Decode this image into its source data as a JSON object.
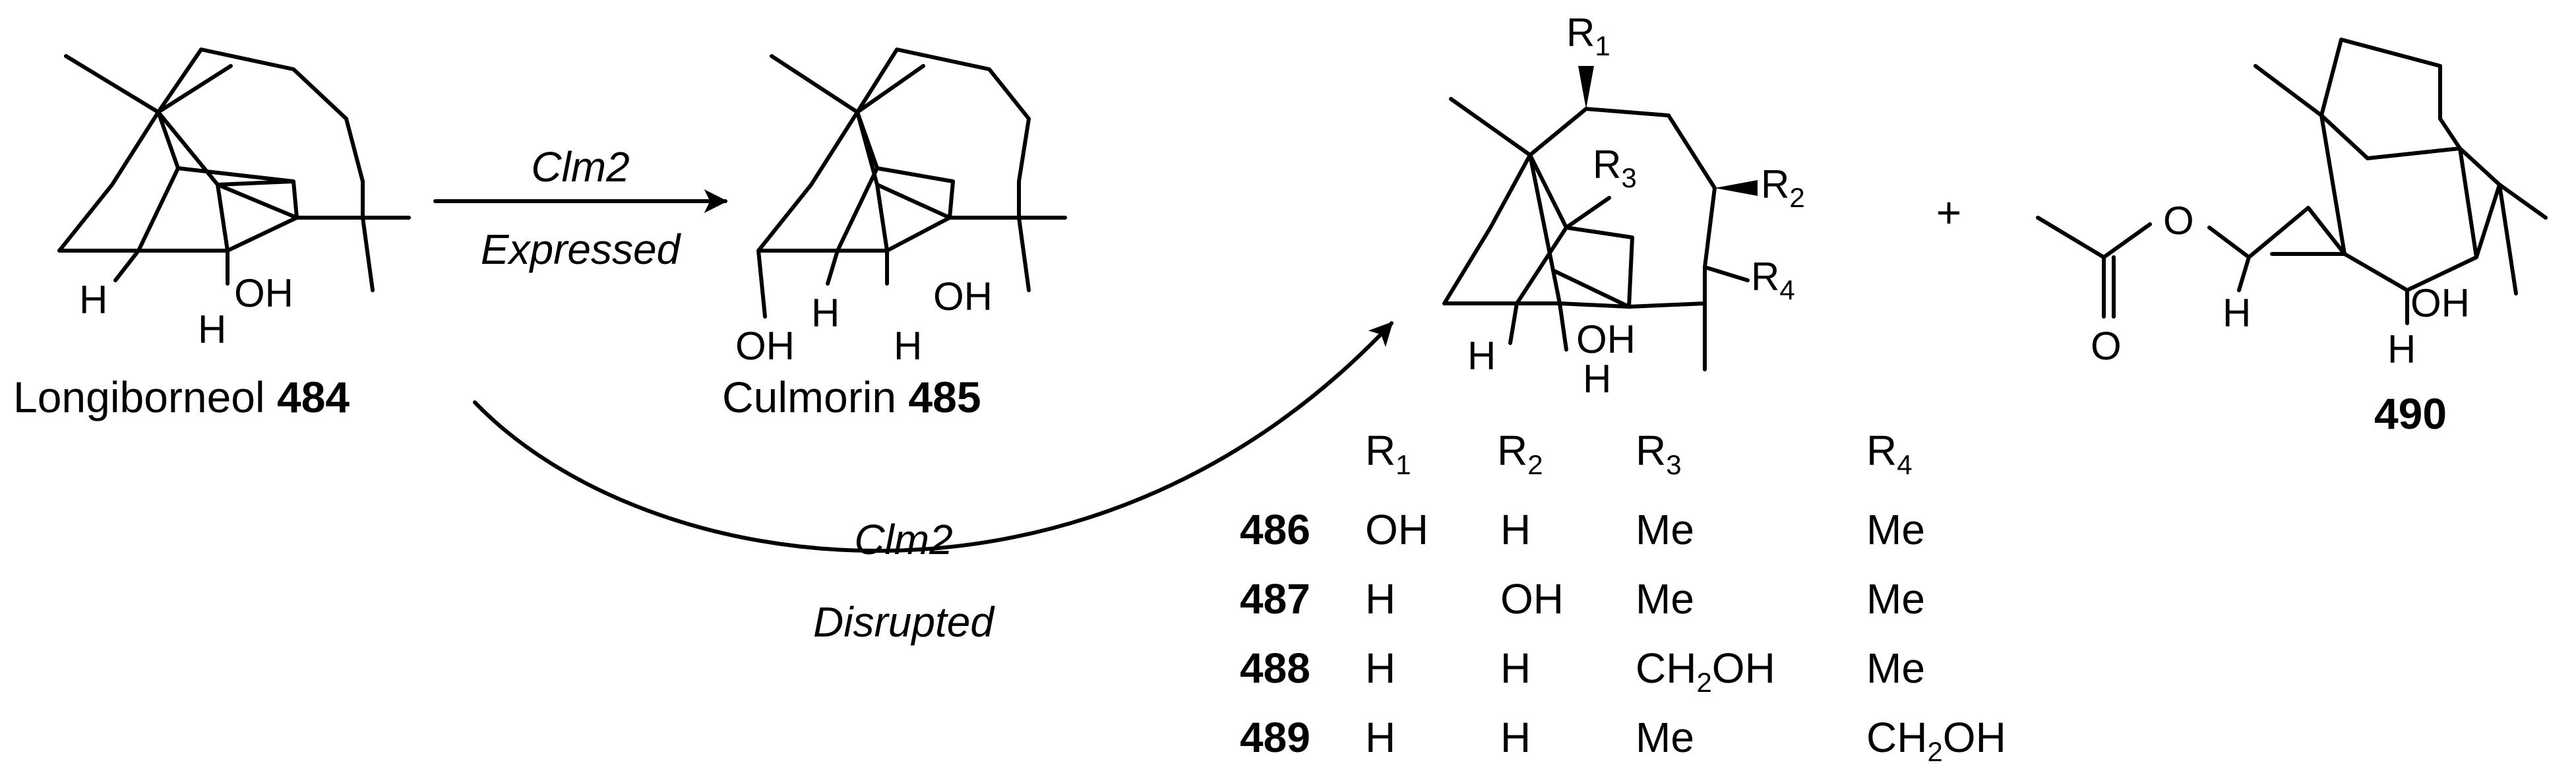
{
  "longiborneol": {
    "name": "Longiborneol",
    "number": "484",
    "labels": {
      "h_bridge": "H",
      "oh": "OH",
      "h_oh": "H"
    }
  },
  "culmorin": {
    "name": "Culmorin",
    "number": "485",
    "labels": {
      "oh_left": "OH",
      "h_bridge": "H",
      "oh": "OH",
      "h_oh": "H"
    }
  },
  "product": {
    "labels": {
      "r1": "R",
      "r1_sub": "1",
      "r2": "R",
      "r2_sub": "2",
      "r3": "R",
      "r3_sub": "3",
      "r4": "R",
      "r4_sub": "4",
      "oh": "OH",
      "h_bridge": "H",
      "h_oh": "H"
    }
  },
  "plus": "+",
  "acetate": {
    "number": "490",
    "labels": {
      "o_ester": "O",
      "o_carbonyl": "O",
      "h_a": "H",
      "oh": "OH",
      "h_oh": "H"
    }
  },
  "arrow_expressed": {
    "line1": "Clm2",
    "line2": "Expressed"
  },
  "arrow_disrupted": {
    "line1": "Clm2",
    "line2": "Disrupted"
  },
  "substituent_table": {
    "headers": [
      {
        "base": "R",
        "sub": "1"
      },
      {
        "base": "R",
        "sub": "2"
      },
      {
        "base": "R",
        "sub": "3"
      },
      {
        "base": "R",
        "sub": "4"
      }
    ],
    "rows": [
      {
        "number": "486",
        "r1": "OH",
        "r2": "H",
        "r3": "Me",
        "r4": "Me"
      },
      {
        "number": "487",
        "r1": "H",
        "r2": "OH",
        "r3": "Me",
        "r4": "Me"
      },
      {
        "number": "488",
        "r1": "H",
        "r2": "H",
        "r3": {
          "a": "CH",
          "sub": "2",
          "b": "OH"
        },
        "r4": "Me"
      },
      {
        "number": "489",
        "r1": "H",
        "r2": "H",
        "r3": "Me",
        "r4": {
          "a": "CH",
          "sub": "2",
          "b": "OH"
        }
      }
    ]
  }
}
